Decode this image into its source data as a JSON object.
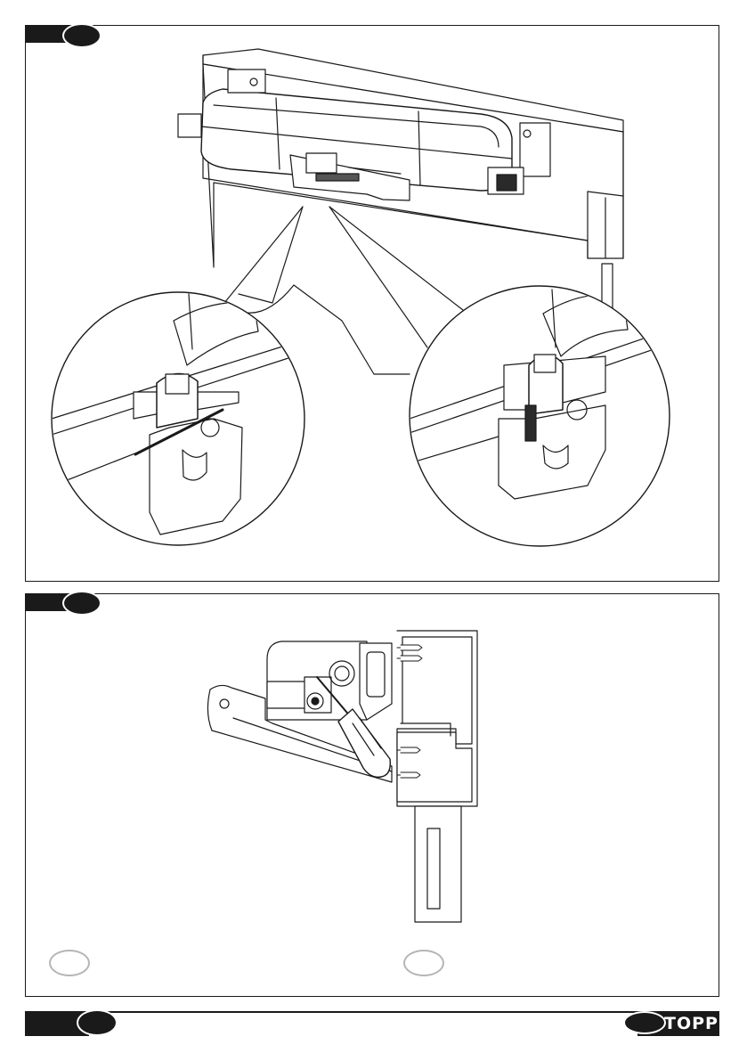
{
  "page": {
    "brand": "TOPP"
  },
  "panels": [
    {
      "id": "panel-1",
      "content": "installation-illustration"
    },
    {
      "id": "panel-2",
      "content": "installation-illustration"
    }
  ]
}
